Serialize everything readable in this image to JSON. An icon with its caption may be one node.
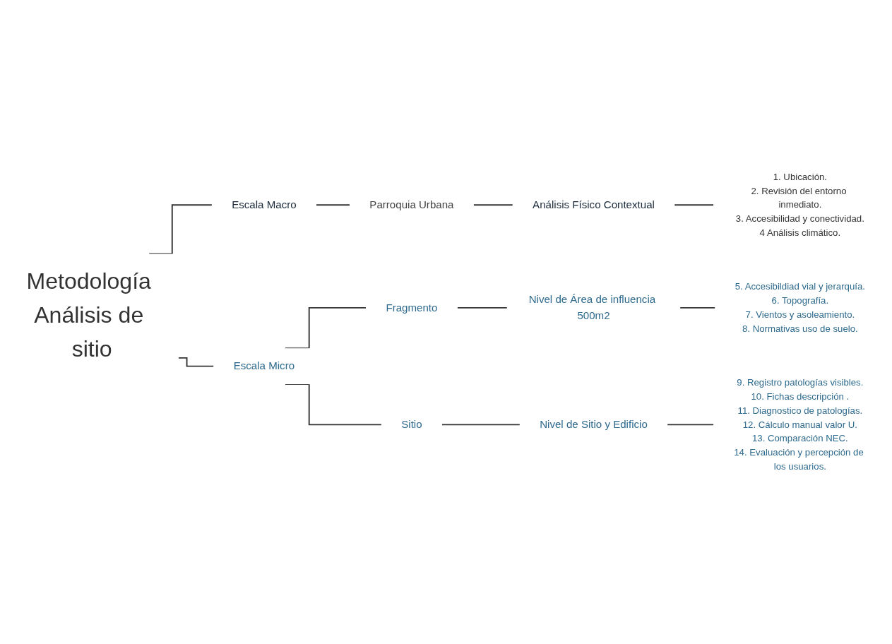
{
  "diagram": {
    "nodes": [
      {
        "text": [
          "Metodología Análisis de sitio"
        ]
      },
      {
        "text": [
          "Escala Macro"
        ]
      },
      {
        "text": [
          "Escala Micro"
        ]
      },
      {
        "text": [
          "Parroquia Urbana"
        ]
      },
      {
        "text": [
          "Análisis Físico Contextual"
        ]
      },
      {
        "text": [
          "1. Ubicación.",
          "2. Revisión del entorno inmediato.",
          "3. Accesibilidad y conectividad.",
          "4 Análisis climático."
        ]
      },
      {
        "text": [
          "Fragmento"
        ]
      },
      {
        "text": [
          "Nivel de Área de influencia 500m2"
        ]
      },
      {
        "text": [
          "5. Accesibildiad vial y jerarquía.",
          "6. Topografía.",
          "7. Vientos y asoleamiento.",
          "8. Normativas uso de suelo."
        ]
      },
      {
        "text": [
          "Sitio"
        ]
      },
      {
        "text": [
          "Nivel de Sitio y Edificio"
        ]
      },
      {
        "text": [
          "9. Registro patologías visibles.",
          "10. Fichas descripción .",
          "11. Diagnostico de patologías.",
          "12. Cálculo manual valor U.",
          "13. Comparación NEC.",
          "14. Evaluación y percepción de los usuarios."
        ]
      }
    ],
    "edges": [
      {
        "from": 0,
        "to": 1,
        "arrow": "none"
      },
      {
        "from": 0,
        "to": 2,
        "arrow": "none"
      },
      {
        "from": 1,
        "to": 3,
        "arrow": "none"
      },
      {
        "from": 3,
        "to": 4,
        "arrow": "none"
      },
      {
        "from": 4,
        "to": 5,
        "arrow": "none"
      },
      {
        "from": 2,
        "to": 6,
        "arrow": "none"
      },
      {
        "from": 2,
        "to": 9,
        "arrow": "none"
      },
      {
        "from": 6,
        "to": 7,
        "arrow": "none"
      },
      {
        "from": 7,
        "to": 8,
        "arrow": "none"
      },
      {
        "from": 9,
        "to": 10,
        "arrow": "none"
      },
      {
        "from": 10,
        "to": 11,
        "arrow": "none"
      }
    ]
  }
}
